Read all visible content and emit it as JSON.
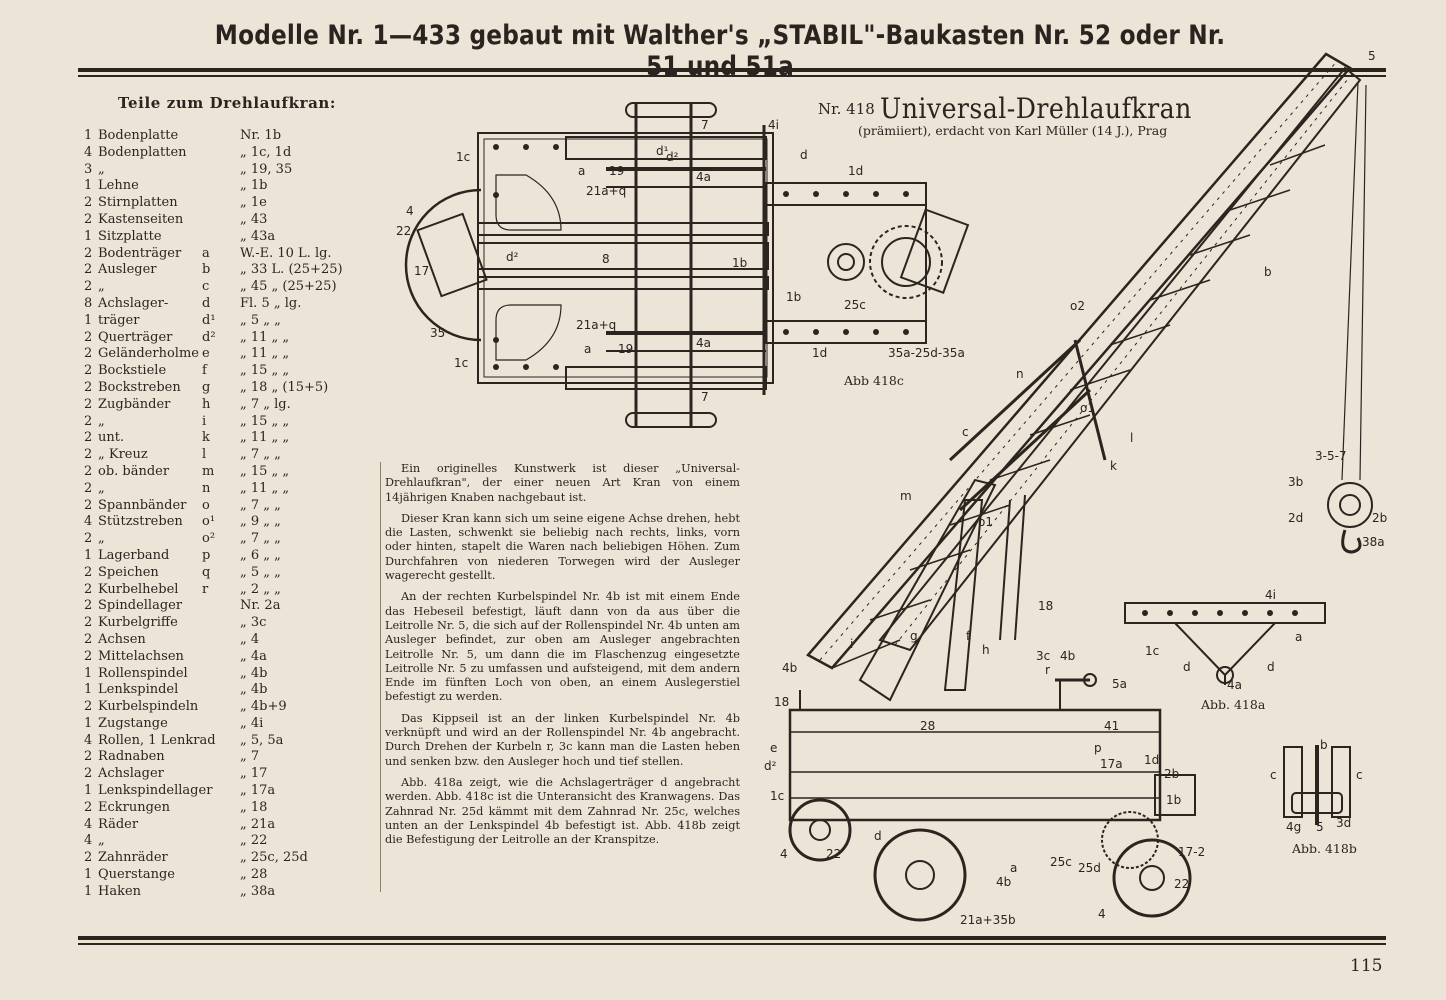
{
  "page": {
    "title": "Modelle Nr. 1—433 gebaut mit Walther's „STABIL\"-Baukasten Nr. 52 oder Nr. 51 und 51a",
    "page_number": "115"
  },
  "parts": {
    "heading": "Teile zum Drehlaufkran:",
    "rows": [
      {
        "qty": "1",
        "name": "Bodenplatte",
        "code": "",
        "spec": "Nr. 1b"
      },
      {
        "qty": "4",
        "name": "Bodenplatten",
        "code": "",
        "spec": "„ 1c, 1d"
      },
      {
        "qty": "3",
        "name": "„",
        "code": "",
        "spec": "„ 19, 35"
      },
      {
        "qty": "1",
        "name": "Lehne",
        "code": "",
        "spec": "„ 1b"
      },
      {
        "qty": "2",
        "name": "Stirnplatten",
        "code": "",
        "spec": "„ 1e"
      },
      {
        "qty": "2",
        "name": "Kastenseiten",
        "code": "",
        "spec": "„ 43"
      },
      {
        "qty": "1",
        "name": "Sitzplatte",
        "code": "",
        "spec": "„ 43a"
      },
      {
        "qty": "2",
        "name": "Bodenträger",
        "code": "a",
        "spec": "W.-E. 10 L. lg."
      },
      {
        "qty": "2",
        "name": "Ausleger",
        "code": "b",
        "spec": "„ 33 L. (25+25)"
      },
      {
        "qty": "2",
        "name": "„",
        "code": "c",
        "spec": "„ 45 „ (25+25)"
      },
      {
        "qty": "8",
        "name": "Achslager-",
        "code": "d",
        "spec": "Fl. 5 „ lg."
      },
      {
        "qty": "1",
        "name": "träger",
        "code": "d¹",
        "spec": "„ 5 „ „"
      },
      {
        "qty": "2",
        "name": "Querträger",
        "code": "d²",
        "spec": "„ 11 „ „"
      },
      {
        "qty": "2",
        "name": "Geländerholme",
        "code": "e",
        "spec": "„ 11 „ „"
      },
      {
        "qty": "2",
        "name": "Bockstiele",
        "code": "f",
        "spec": "„ 15 „ „"
      },
      {
        "qty": "2",
        "name": "Bockstreben",
        "code": "g",
        "spec": "„ 18 „ (15+5)"
      },
      {
        "qty": "2",
        "name": "Zugbänder",
        "code": "h",
        "spec": "„ 7 „ lg."
      },
      {
        "qty": "2",
        "name": "„",
        "code": "i",
        "spec": "„ 15 „ „"
      },
      {
        "qty": "2",
        "name": "unt.",
        "code": "k",
        "spec": "„ 11 „ „"
      },
      {
        "qty": "2",
        "name": "„   Kreuz",
        "code": "l",
        "spec": "„ 7 „ „"
      },
      {
        "qty": "2",
        "name": "ob.   bänder",
        "code": "m",
        "spec": "„ 15 „ „"
      },
      {
        "qty": "2",
        "name": "„",
        "code": "n",
        "spec": "„ 11 „ „"
      },
      {
        "qty": "2",
        "name": "Spannbänder",
        "code": "o",
        "spec": "„ 7 „ „"
      },
      {
        "qty": "4",
        "name": "Stützstreben",
        "code": "o¹",
        "spec": "„ 9 „ „"
      },
      {
        "qty": "2",
        "name": "„",
        "code": "o²",
        "spec": "„ 7 „ „"
      },
      {
        "qty": "1",
        "name": "Lagerband",
        "code": "p",
        "spec": "„ 6 „ „"
      },
      {
        "qty": "2",
        "name": "Speichen",
        "code": "q",
        "spec": "„ 5 „ „"
      },
      {
        "qty": "2",
        "name": "Kurbelhebel",
        "code": "r",
        "spec": "„ 2 „ „"
      },
      {
        "qty": "2",
        "name": "Spindellager",
        "code": "",
        "spec": "Nr. 2a"
      },
      {
        "qty": "2",
        "name": "Kurbelgriffe",
        "code": "",
        "spec": "„ 3c"
      },
      {
        "qty": "2",
        "name": "Achsen",
        "code": "",
        "spec": "„ 4"
      },
      {
        "qty": "2",
        "name": "Mittelachsen",
        "code": "",
        "spec": "„ 4a"
      },
      {
        "qty": "1",
        "name": "Rollenspindel",
        "code": "",
        "spec": "„ 4b"
      },
      {
        "qty": "1",
        "name": "Lenkspindel",
        "code": "",
        "spec": "„ 4b"
      },
      {
        "qty": "2",
        "name": "Kurbelspindeln",
        "code": "",
        "spec": "„ 4b+9"
      },
      {
        "qty": "1",
        "name": "Zugstange",
        "code": "",
        "spec": "„ 4i"
      },
      {
        "qty": "4",
        "name": "Rollen, 1 Lenkrad",
        "code": "",
        "spec": "„ 5, 5a"
      },
      {
        "qty": "2",
        "name": "Radnaben",
        "code": "",
        "spec": "„ 7"
      },
      {
        "qty": "2",
        "name": "Achslager",
        "code": "",
        "spec": "„ 17"
      },
      {
        "qty": "1",
        "name": "Lenkspindellager",
        "code": "",
        "spec": "„ 17a"
      },
      {
        "qty": "2",
        "name": "Eckrungen",
        "code": "",
        "spec": "„ 18"
      },
      {
        "qty": "4",
        "name": "Räder",
        "code": "",
        "spec": "„ 21a"
      },
      {
        "qty": "4",
        "name": "„",
        "code": "",
        "spec": "„ 22"
      },
      {
        "qty": "2",
        "name": "Zahnräder",
        "code": "",
        "spec": "„ 25c, 25d"
      },
      {
        "qty": "1",
        "name": "Querstange",
        "code": "",
        "spec": "„ 28"
      },
      {
        "qty": "1",
        "name": "Haken",
        "code": "",
        "spec": "„ 38a"
      }
    ]
  },
  "model": {
    "number": "Nr. 418",
    "title": "Universal-Drehlaufkran",
    "subtitle": "(prämiiert), erdacht von Karl Müller (14 J.), Prag"
  },
  "description": [
    "Ein originelles Kunstwerk ist dieser „Universal-Drehlaufkran\", der einer neuen Art Kran von einem 14jährigen Knaben nachgebaut ist.",
    "Dieser Kran kann sich um seine eigene Achse drehen, hebt die Lasten, schwenkt sie beliebig nach rechts, links, vorn oder hinten, stapelt die Waren nach beliebigen Höhen. Zum Durchfahren von niederen Torwegen wird der Ausleger wagerecht gestellt.",
    "An der rechten Kurbelspindel Nr. 4b ist mit einem Ende das Hebeseil befestigt, läuft dann von da aus über die Leitrolle Nr. 5, die sich auf der Rollenspindel Nr. 4b unten am Ausleger befindet, zur oben am Ausleger angebrachten Leitrolle Nr. 5, um dann die im Flaschenzug eingesetzte Leitrolle Nr. 5 zu umfassen und aufsteigend, mit dem andern Ende im fünften Loch von oben, an einem Auslegerstiel befestigt zu werden.",
    "Das Kippseil ist an der linken Kurbelspindel Nr. 4b verknüpft und wird an der Rollenspindel Nr. 4b angebracht. Durch Drehen der Kurbeln r, 3c kann man die Lasten heben und senken bzw. den Ausleger hoch und tief stellen.",
    "Abb. 418a zeigt, wie die Achslagerträger d angebracht werden. Abb. 418c ist die Unteransicht des Kranwagens. Das Zahnrad Nr. 25d kämmt mit dem Zahnrad Nr. 25c, welches unten an der Lenkspindel 4b befestigt ist. Abb. 418b zeigt die Befestigung der Leitrolle an der Kranspitze."
  ],
  "figures": {
    "abb418c": {
      "caption": "Abb 418c",
      "labels": [
        "1c",
        "7",
        "4i",
        "d¹",
        "d",
        "19",
        "4a",
        "d²",
        "a",
        "21a+q",
        "1d",
        "4",
        "22",
        "17",
        "d²",
        "8",
        "1b",
        "1b",
        "25c",
        "35",
        "21a+q",
        "a",
        "19",
        "4a",
        "1c",
        "1d",
        "35a-25d-35a",
        "7"
      ]
    },
    "crane": {
      "labels": [
        "5",
        "b",
        "o2",
        "n",
        "o1",
        "c",
        "l",
        "k",
        "m",
        "o1",
        "3-5-7",
        "3b",
        "2d",
        "2b",
        "38a",
        "18",
        "i",
        "g",
        "f",
        "h",
        "4b",
        "3c",
        "r",
        "4b",
        "5a",
        "18",
        "28",
        "41",
        "p",
        "e",
        "d²",
        "1c",
        "17a",
        "1d",
        "2b",
        "1b",
        "d",
        "25c",
        "25d",
        "17-2",
        "4",
        "22",
        "4b",
        "a",
        "22",
        "4",
        "21a+35b"
      ]
    },
    "abb418a": {
      "caption": "Abb. 418a",
      "labels": [
        "4i",
        "1c",
        "d",
        "d",
        "a",
        "4a"
      ]
    },
    "abb418b": {
      "caption": "Abb. 418b",
      "labels": [
        "b",
        "c",
        "c",
        "4g",
        "5",
        "3d"
      ]
    }
  }
}
